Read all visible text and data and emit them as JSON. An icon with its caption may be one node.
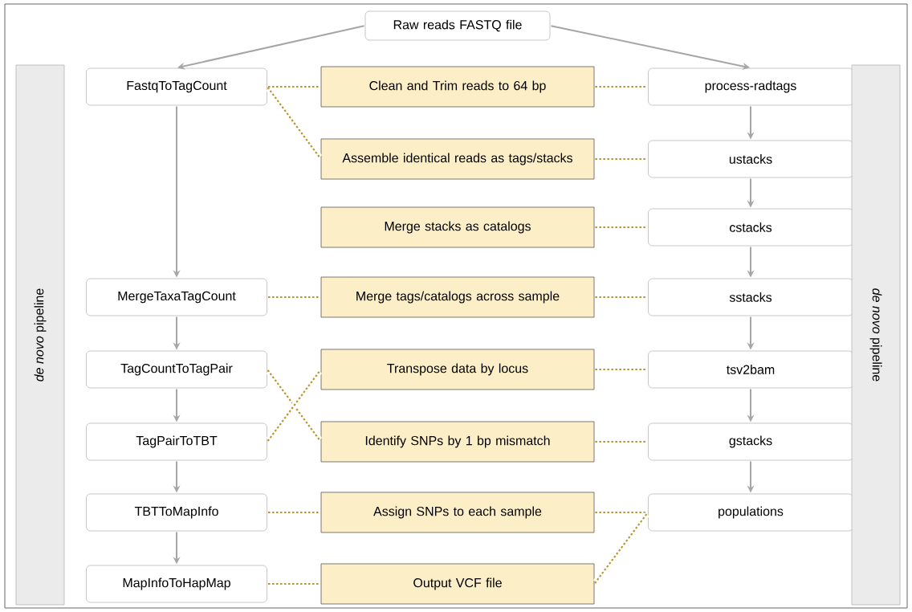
{
  "diagram": {
    "nodes": [
      {
        "text": [
          "Raw reads FASTQ file"
        ]
      },
      {
        "text": [
          "FastqToTagCount"
        ]
      },
      {
        "text": [
          "MergeTaxaTagCount"
        ]
      },
      {
        "text": [
          "TagCountToTagPair"
        ]
      },
      {
        "text": [
          "TagPairToTBT"
        ]
      },
      {
        "text": [
          "TBTToMapInfo"
        ]
      },
      {
        "text": [
          "MapInfoToHapMap"
        ]
      },
      {
        "text": [
          "Clean and Trim reads to 64 bp"
        ]
      },
      {
        "text": [
          "Assemble identical reads as tags/stacks"
        ]
      },
      {
        "text": [
          "Merge stacks as catalogs"
        ]
      },
      {
        "text": [
          "Merge tags/catalogs across sample"
        ]
      },
      {
        "text": [
          "Transpose data by locus"
        ]
      },
      {
        "text": [
          "Identify SNPs by 1 bp mismatch"
        ]
      },
      {
        "text": [
          "Assign SNPs to each sample"
        ]
      },
      {
        "text": [
          "Output VCF file"
        ]
      },
      {
        "text": [
          "process-radtags"
        ]
      },
      {
        "text": [
          "ustacks"
        ]
      },
      {
        "text": [
          "cstacks"
        ]
      },
      {
        "text": [
          "sstacks"
        ]
      },
      {
        "text": [
          "tsv2bam"
        ]
      },
      {
        "text": [
          "gstacks"
        ]
      },
      {
        "text": [
          "populations"
        ]
      },
      {
        "text": [
          "*de novo* pipeline"
        ]
      },
      {
        "text": [
          "*de novo* pipeline"
        ]
      }
    ],
    "edges": [
      {
        "from": 0,
        "to": 1,
        "arrow": "to",
        "color": "#a6a6a6"
      },
      {
        "from": 0,
        "to": 15,
        "arrow": "to",
        "color": "#a6a6a6"
      },
      {
        "from": 1,
        "to": 2,
        "arrow": "to",
        "color": "#a6a6a6"
      },
      {
        "from": 2,
        "to": 3,
        "arrow": "to",
        "color": "#a6a6a6"
      },
      {
        "from": 3,
        "to": 4,
        "arrow": "to",
        "color": "#a6a6a6"
      },
      {
        "from": 4,
        "to": 5,
        "arrow": "to",
        "color": "#a6a6a6"
      },
      {
        "from": 5,
        "to": 6,
        "arrow": "to",
        "color": "#a6a6a6"
      },
      {
        "from": 15,
        "to": 16,
        "arrow": "to",
        "color": "#a6a6a6"
      },
      {
        "from": 16,
        "to": 17,
        "arrow": "to",
        "color": "#a6a6a6"
      },
      {
        "from": 17,
        "to": 18,
        "arrow": "to",
        "color": "#a6a6a6"
      },
      {
        "from": 18,
        "to": 19,
        "arrow": "to",
        "color": "#a6a6a6"
      },
      {
        "from": 19,
        "to": 20,
        "arrow": "to",
        "color": "#a6a6a6"
      },
      {
        "from": 20,
        "to": 21,
        "arrow": "to",
        "color": "#a6a6a6"
      },
      {
        "from": 1,
        "to": 7,
        "arrow": "none",
        "style": "dashed",
        "color": "#b8962e"
      },
      {
        "from": 1,
        "to": 8,
        "arrow": "none",
        "style": "dashed",
        "color": "#b8962e"
      },
      {
        "from": 7,
        "to": 15,
        "arrow": "none",
        "style": "dashed",
        "color": "#b8962e"
      },
      {
        "from": 8,
        "to": 16,
        "arrow": "none",
        "style": "dashed",
        "color": "#b8962e"
      },
      {
        "from": 9,
        "to": 17,
        "arrow": "none",
        "style": "dashed",
        "color": "#b8962e"
      },
      {
        "from": 2,
        "to": 10,
        "arrow": "none",
        "style": "dashed",
        "color": "#b8962e"
      },
      {
        "from": 10,
        "to": 18,
        "arrow": "none",
        "style": "dashed",
        "color": "#b8962e"
      },
      {
        "from": 3,
        "to": 12,
        "arrow": "none",
        "style": "dashed",
        "color": "#b8962e"
      },
      {
        "from": 4,
        "to": 11,
        "arrow": "none",
        "style": "dashed",
        "color": "#b8962e"
      },
      {
        "from": 11,
        "to": 19,
        "arrow": "none",
        "style": "dashed",
        "color": "#b8962e"
      },
      {
        "from": 12,
        "to": 20,
        "arrow": "none",
        "style": "dashed",
        "color": "#b8962e"
      },
      {
        "from": 5,
        "to": 13,
        "arrow": "none",
        "style": "dashed",
        "color": "#b8962e"
      },
      {
        "from": 13,
        "to": 21,
        "arrow": "none",
        "style": "dashed",
        "color": "#b8962e"
      },
      {
        "from": 6,
        "to": 14,
        "arrow": "none",
        "style": "dashed",
        "color": "#b8962e"
      },
      {
        "from": 14,
        "to": 21,
        "arrow": "none",
        "style": "dashed",
        "color": "#b8962e"
      }
    ]
  }
}
